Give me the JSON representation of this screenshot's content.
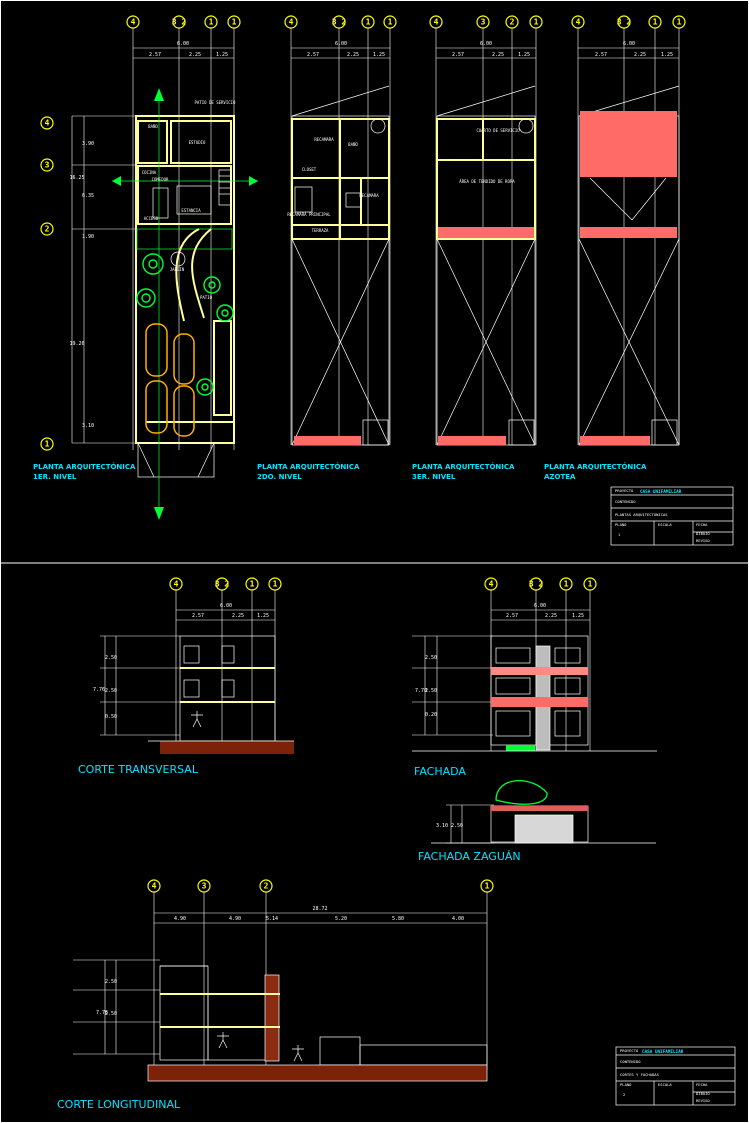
{
  "drawing": {
    "axis_markers": {
      "top_row_1": [
        "4",
        "3 2",
        "1",
        "1"
      ],
      "top_row_2": [
        "4",
        "3 2",
        "1",
        "1"
      ],
      "top_row_3": [
        "4",
        "3",
        "2",
        "1"
      ],
      "top_row_4": [
        "4",
        "3 2",
        "1",
        "1"
      ],
      "left_axis_ground": [
        "4",
        "3",
        "2",
        "1"
      ],
      "section_top_1": [
        "4",
        "3 2",
        "1",
        "1"
      ],
      "section_top_2": [
        "4",
        "3 2",
        "1",
        "1"
      ],
      "long_section_axes": [
        "4",
        "3",
        "2",
        "1"
      ]
    },
    "plans": {
      "ground": {
        "label_line_1": "PLANTA ARQUITECTÓNICA",
        "label_line_2": "1ER. NIVEL",
        "overall_width": "6.00",
        "top_dims": [
          "2.57",
          "2.25",
          "1.25"
        ],
        "left_dims": [
          "3.90",
          "16.25",
          "6.35",
          "1.90",
          "19.26",
          "3.10"
        ],
        "rooms": [
          "PATIO DE SERVICIO",
          "BAÑO",
          "ESTUDIO",
          "COCINA",
          "COMEDOR",
          "ESTANCIA",
          "ACCESO",
          "JARDIN",
          "PATIO"
        ]
      },
      "second": {
        "label_line_1": "PLANTA ARQUITECTÓNICA",
        "label_line_2": "2DO. NIVEL",
        "overall_width": "6.00",
        "top_dims": [
          "2.57",
          "2.25",
          "1.25"
        ],
        "rooms": [
          "RECAMARA",
          "BAÑO",
          "CLOSET",
          "RECAMARA PRINCIPAL",
          "RECAMARA",
          "TERRAZA"
        ]
      },
      "third": {
        "label_line_1": "PLANTA ARQUITECTÓNICA",
        "label_line_2": "3ER. NIVEL",
        "overall_width": "6.00",
        "top_dims": [
          "2.57",
          "2.25",
          "1.25"
        ],
        "rooms": [
          "CUARTO DE SERVICIO",
          "ÁREA DE TENDIDO DE ROPA"
        ]
      },
      "roof": {
        "label_line_1": "PLANTA ARQUITECTÓNICA",
        "label_line_2": "AZOTEA",
        "overall_width": "6.00",
        "top_dims": [
          "2.57",
          "2.25",
          "1.25"
        ]
      }
    },
    "sections": {
      "transverse": {
        "label": "CORTE TRANSVERSAL",
        "overall_width": "6.00",
        "top_dims": [
          "2.57",
          "2.25",
          "1.25"
        ],
        "levels": [
          "7.76",
          "2.50",
          "2.50",
          "0.50"
        ]
      },
      "facade": {
        "label": "FACHADA",
        "overall_width": "6.00",
        "top_dims": [
          "2.57",
          "2.25",
          "1.25"
        ],
        "levels": [
          "7.70",
          "2.50",
          "2.50",
          "0.20"
        ]
      },
      "zaguan": {
        "label": "FACHADA  ZAGUÁN",
        "levels": [
          "3.10",
          "2.50"
        ]
      },
      "longitudinal": {
        "label": "CORTE LONGITUDINAL",
        "overall_width": "28.72",
        "top_dims": [
          "4.90",
          "4.90",
          "5.14",
          "5.20",
          "5.80",
          "4.00"
        ],
        "levels": [
          "7.76",
          "2.50",
          "2.50"
        ]
      }
    },
    "title_blocks": {
      "top": {
        "project_label": "PROYECTO",
        "project_name": "CASA  UNIFAMILIAR",
        "content_label": "CONTENIDO",
        "content": "PLANTAS ARQUITECTÓNICAS",
        "sheet_label": "PLANO",
        "sheet": "1",
        "scale_label": "ESCALA",
        "date_label": "FECHA",
        "drawn": "DIBUJO",
        "reviewed": "REVISO"
      },
      "bottom": {
        "project_label": "PROYECTO",
        "project_name": "CASA  UNIFAMILIAR",
        "content_label": "CONTENIDO",
        "content": "CORTES Y FACHADAS",
        "sheet_label": "PLANO",
        "sheet": "2",
        "scale_label": "ESCALA",
        "date_label": "FECHA",
        "drawn": "DIBUJO",
        "reviewed": "REVISO"
      }
    }
  }
}
